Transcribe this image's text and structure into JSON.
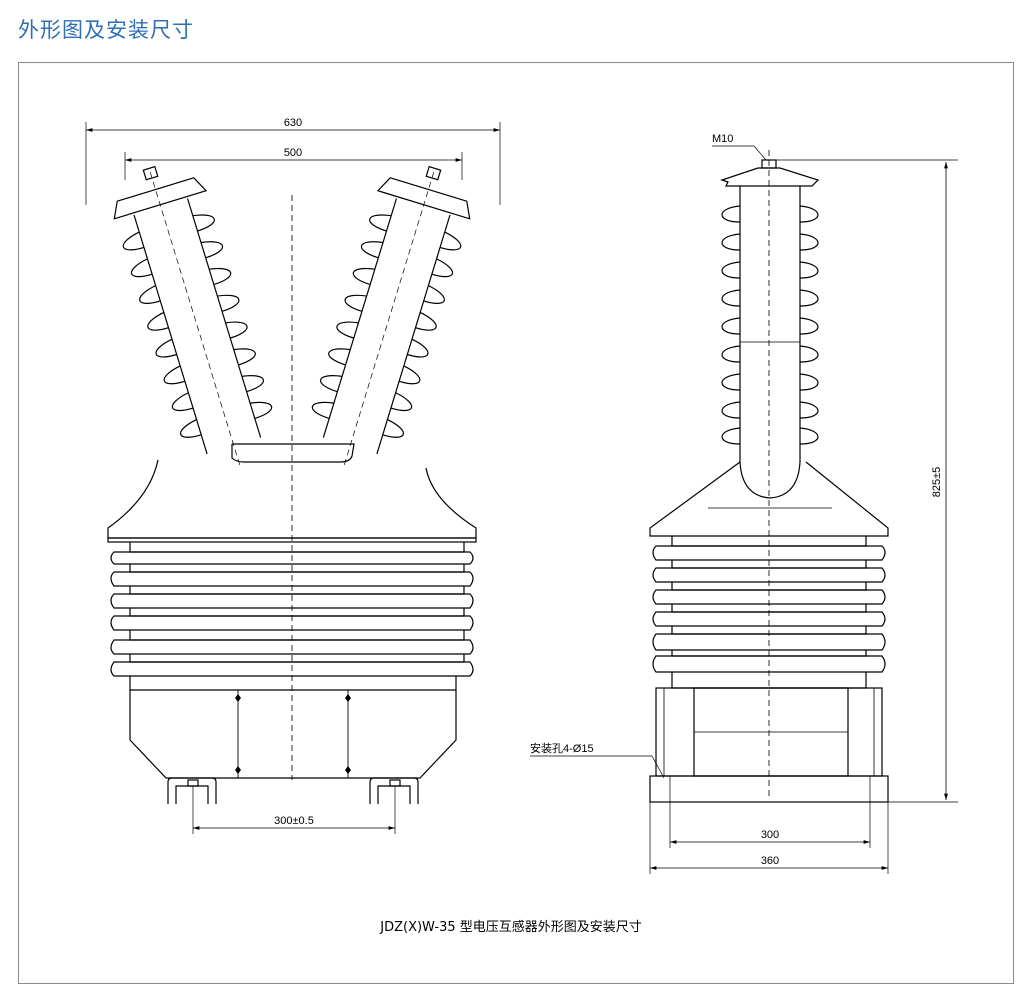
{
  "heading": "外形图及安装尺寸",
  "left_view": {
    "dim_overall": "630",
    "dim_terminals": "500",
    "dim_mount": "300±0.5"
  },
  "right_view": {
    "thread_label": "M10",
    "height_dim": "825±5",
    "hole_label": "安装孔4-Ø15",
    "dim_mount": "300",
    "dim_base": "360"
  },
  "caption": "JDZ(X)W-35 型电压互感器外形图及安装尺寸",
  "colors": {
    "heading": "#2f6fb6",
    "line": "#000000",
    "frame": "#8a8a8a"
  }
}
